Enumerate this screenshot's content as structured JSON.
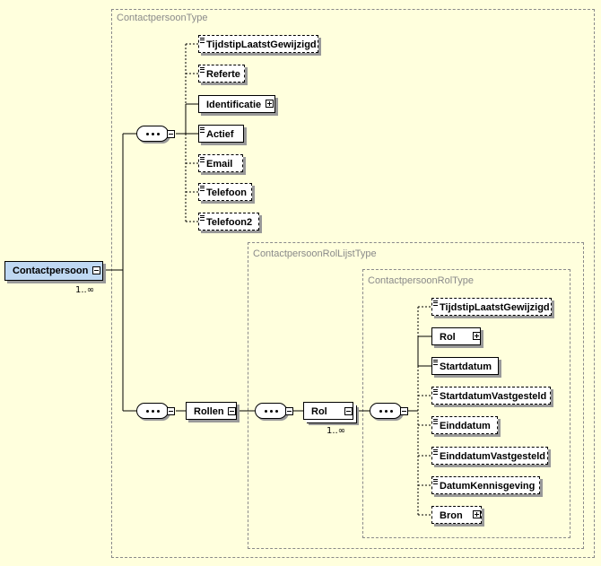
{
  "types": {
    "contactpersoon_type": "ContactpersoonType",
    "rol_lijst_type": "ContactpersoonRolLijstType",
    "rol_type": "ContactpersoonRolType"
  },
  "root": {
    "label": "Contactpersoon",
    "cardinality": "1..∞"
  },
  "contact_elements": {
    "tijdstip": "TijdstipLaatstGewijzigd",
    "referte": "Referte",
    "identificatie": "Identificatie",
    "actief": "Actief",
    "email": "Email",
    "telefoon": "Telefoon",
    "telefoon2": "Telefoon2"
  },
  "rollen": {
    "label": "Rollen"
  },
  "rol": {
    "label": "Rol",
    "cardinality": "1..∞"
  },
  "rol_elements": {
    "tijdstip": "TijdstipLaatstGewijzigd",
    "rol": "Rol",
    "startdatum": "Startdatum",
    "startdatum_vast": "StartdatumVastgesteld",
    "einddatum": "Einddatum",
    "einddatum_vast": "EinddatumVastgesteld",
    "datum_kennisgeving": "DatumKennisgeving",
    "bron": "Bron"
  }
}
